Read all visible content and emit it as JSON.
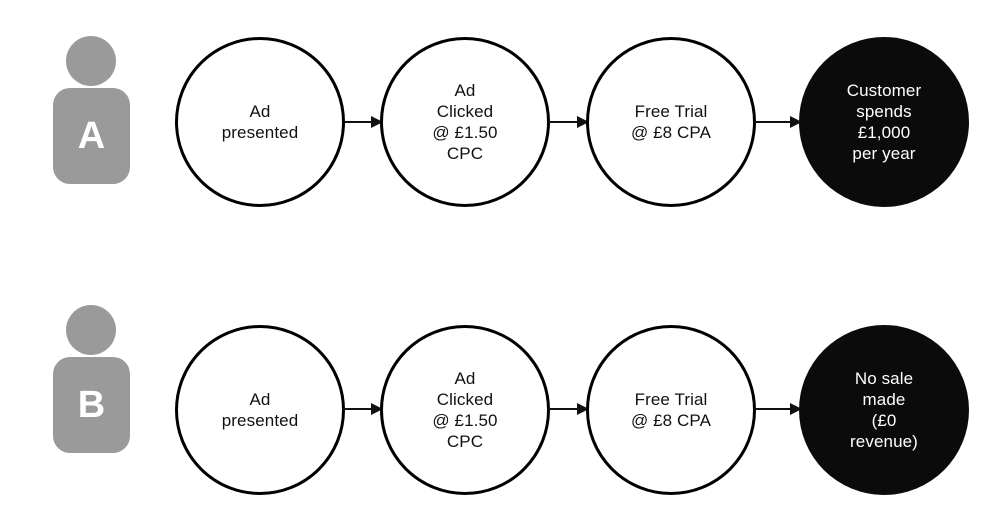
{
  "rows": [
    {
      "actor_label": "A",
      "nodes": [
        {
          "label": "Ad\npresented",
          "type": "step"
        },
        {
          "label": "Ad\nClicked\n@ £1.50\nCPC",
          "type": "step"
        },
        {
          "label": "Free Trial\n@ £8 CPA",
          "type": "step"
        },
        {
          "label": "Customer\nspends\n£1,000\nper year",
          "type": "outcome"
        }
      ]
    },
    {
      "actor_label": "B",
      "nodes": [
        {
          "label": "Ad\npresented",
          "type": "step"
        },
        {
          "label": "Ad\nClicked\n@ £1.50\nCPC",
          "type": "step"
        },
        {
          "label": "Free Trial\n@ £8 CPA",
          "type": "step"
        },
        {
          "label": "No sale\nmade\n(£0\nrevenue)",
          "type": "outcome"
        }
      ]
    }
  ],
  "colors": {
    "background": "#ffffff",
    "node_fill": "#ffffff",
    "node_stroke": "#000000",
    "node_text": "#111111",
    "terminal_fill": "#0b0b0b",
    "terminal_text": "#ffffff",
    "actor_fill": "#9a9a9a",
    "actor_text": "#ffffff",
    "arrow": "#111111"
  }
}
